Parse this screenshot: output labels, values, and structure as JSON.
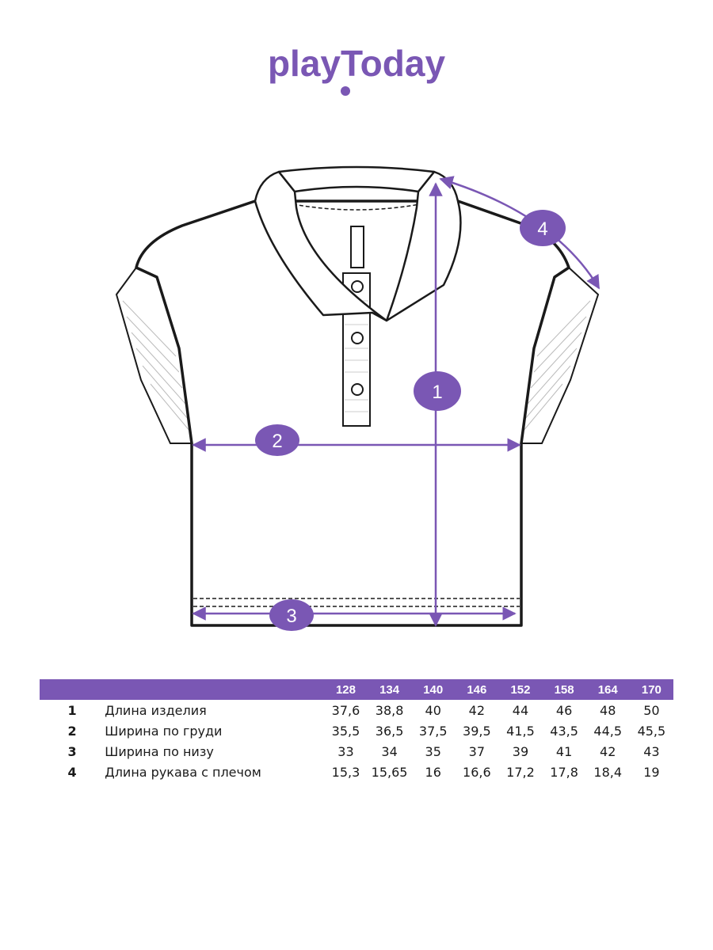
{
  "brand": {
    "logo_text": "playToday",
    "color": "#7a57b4"
  },
  "diagram": {
    "markers": [
      "1",
      "2",
      "3",
      "4"
    ],
    "accent_color": "#7a57b4"
  },
  "table": {
    "sizes": [
      "128",
      "134",
      "140",
      "146",
      "152",
      "158",
      "164",
      "170"
    ],
    "rows": [
      {
        "num": "1",
        "name": "Длина изделия",
        "values": [
          "37,6",
          "38,8",
          "40",
          "42",
          "44",
          "46",
          "48",
          "50"
        ]
      },
      {
        "num": "2",
        "name": "Ширина по груди",
        "values": [
          "35,5",
          "36,5",
          "37,5",
          "39,5",
          "41,5",
          "43,5",
          "44,5",
          "45,5"
        ]
      },
      {
        "num": "3",
        "name": "Ширина по низу",
        "values": [
          "33",
          "34",
          "35",
          "37",
          "39",
          "41",
          "42",
          "43"
        ]
      },
      {
        "num": "4",
        "name": "Длина рукава с плечом",
        "values": [
          "15,3",
          "15,65",
          "16",
          "16,6",
          "17,2",
          "17,8",
          "18,4",
          "19"
        ]
      }
    ]
  }
}
